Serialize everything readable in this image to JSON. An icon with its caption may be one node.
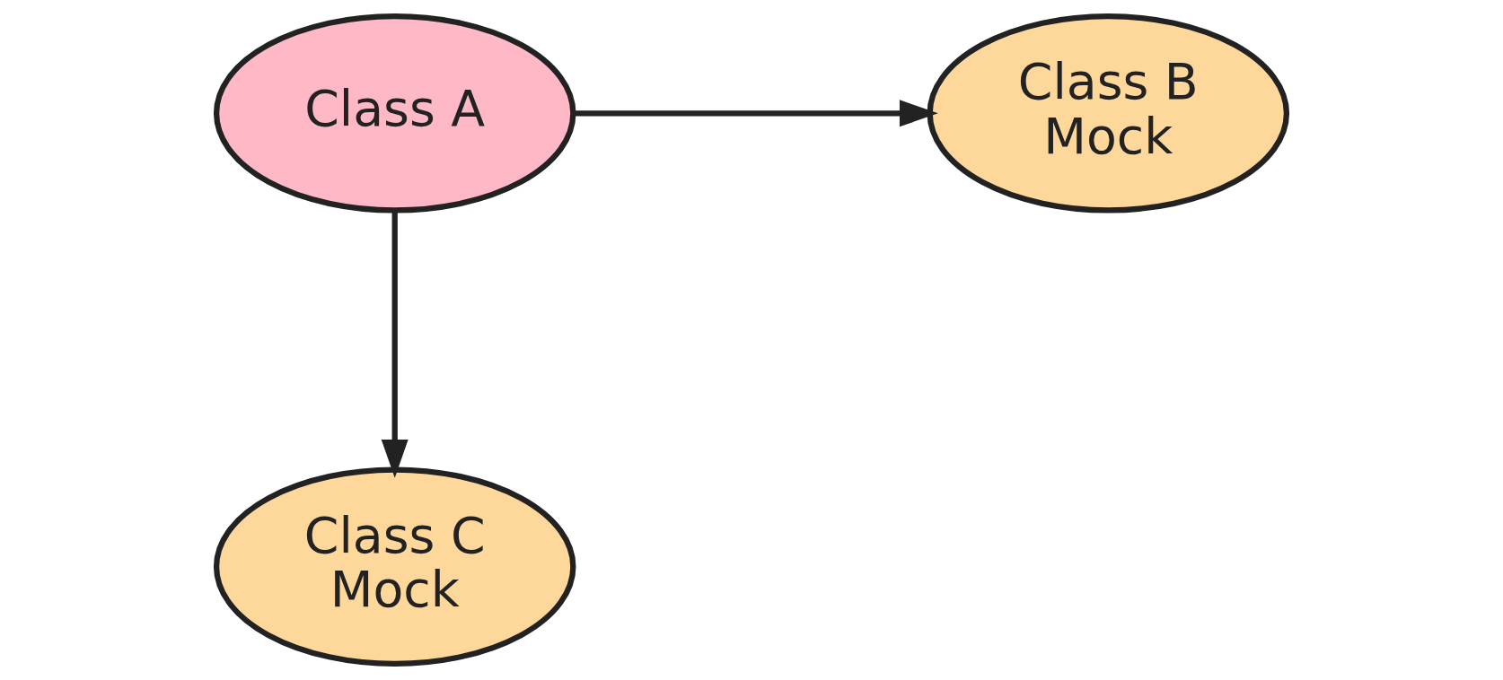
{
  "diagram": {
    "nodes": [
      {
        "text": [
          "Class A"
        ]
      },
      {
        "text": [
          "Class B Mock"
        ]
      },
      {
        "text": [
          "Class C Mock"
        ]
      }
    ],
    "edges": [
      {
        "from": 0,
        "to": 1,
        "arrow": "to"
      },
      {
        "from": 0,
        "to": 2,
        "arrow": "to"
      }
    ]
  }
}
